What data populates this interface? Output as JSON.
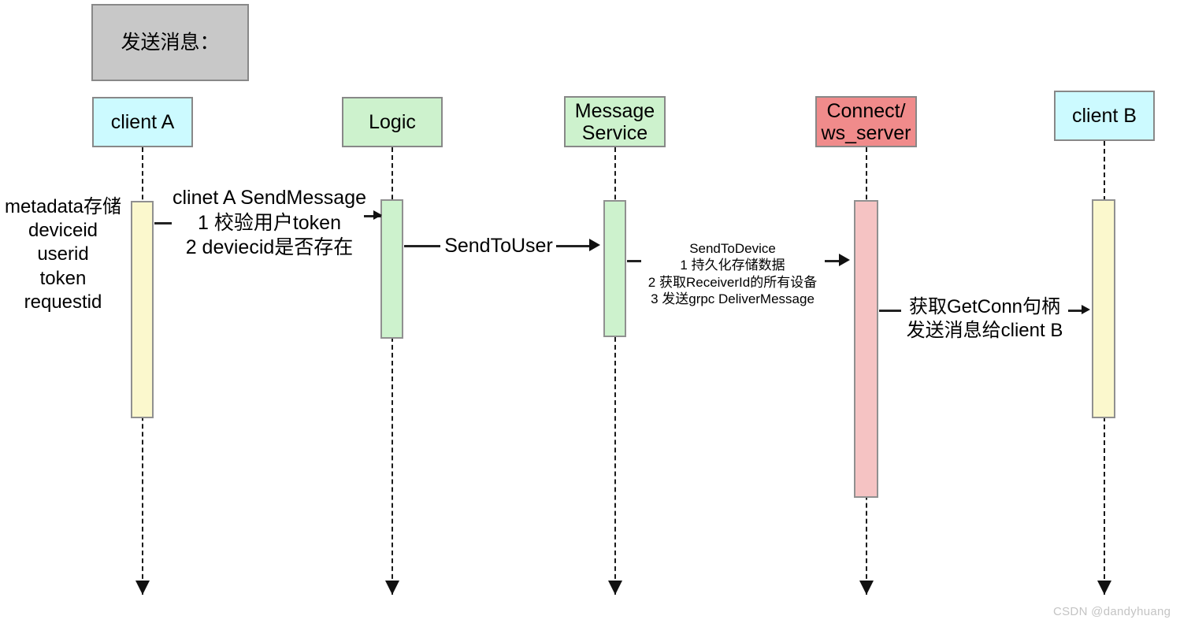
{
  "diagram": {
    "type": "sequence-diagram",
    "title_box": {
      "text": "发送消息：",
      "fill": "#c8c8c8"
    },
    "watermark": "CSDN @dandyhuang",
    "participants": [
      {
        "id": "client-a",
        "label": "client A",
        "fill": "#ccfaff",
        "activation_fill": "#fbf8cd"
      },
      {
        "id": "logic",
        "label": "Logic",
        "fill": "#cdf2cd",
        "activation_fill": "#cdf2cd"
      },
      {
        "id": "message-service",
        "label": "Message\nService",
        "fill": "#cdf2cd",
        "activation_fill": "#cdf2cd"
      },
      {
        "id": "connect",
        "label": "Connect/\nws_server",
        "fill": "#f08b8b",
        "activation_fill": "#f5c3c3"
      },
      {
        "id": "client-b",
        "label": "client B",
        "fill": "#ccfaff",
        "activation_fill": "#fbf8cd"
      }
    ],
    "notes": [
      {
        "id": "metadata-note",
        "target": "client-a",
        "text": "metadata存储\ndeviceid\nuserid\ntoken\nrequestid"
      }
    ],
    "messages": [
      {
        "id": "send-message",
        "from": "client-a",
        "to": "logic",
        "text": "clinet A SendMessage\n1 校验用户token\n2 deviecid是否存在"
      },
      {
        "id": "send-to-user",
        "from": "logic",
        "to": "message-service",
        "text": "SendToUser"
      },
      {
        "id": "send-to-device",
        "from": "message-service",
        "to": "connect",
        "text": "SendToDevice\n1 持久化存储数据\n2 获取ReceiverId的所有设备\n3 发送grpc DeliverMessage"
      },
      {
        "id": "deliver-to-client-b",
        "from": "connect",
        "to": "client-b",
        "text": "获取GetConn句柄\n发送消息给client B"
      }
    ]
  }
}
